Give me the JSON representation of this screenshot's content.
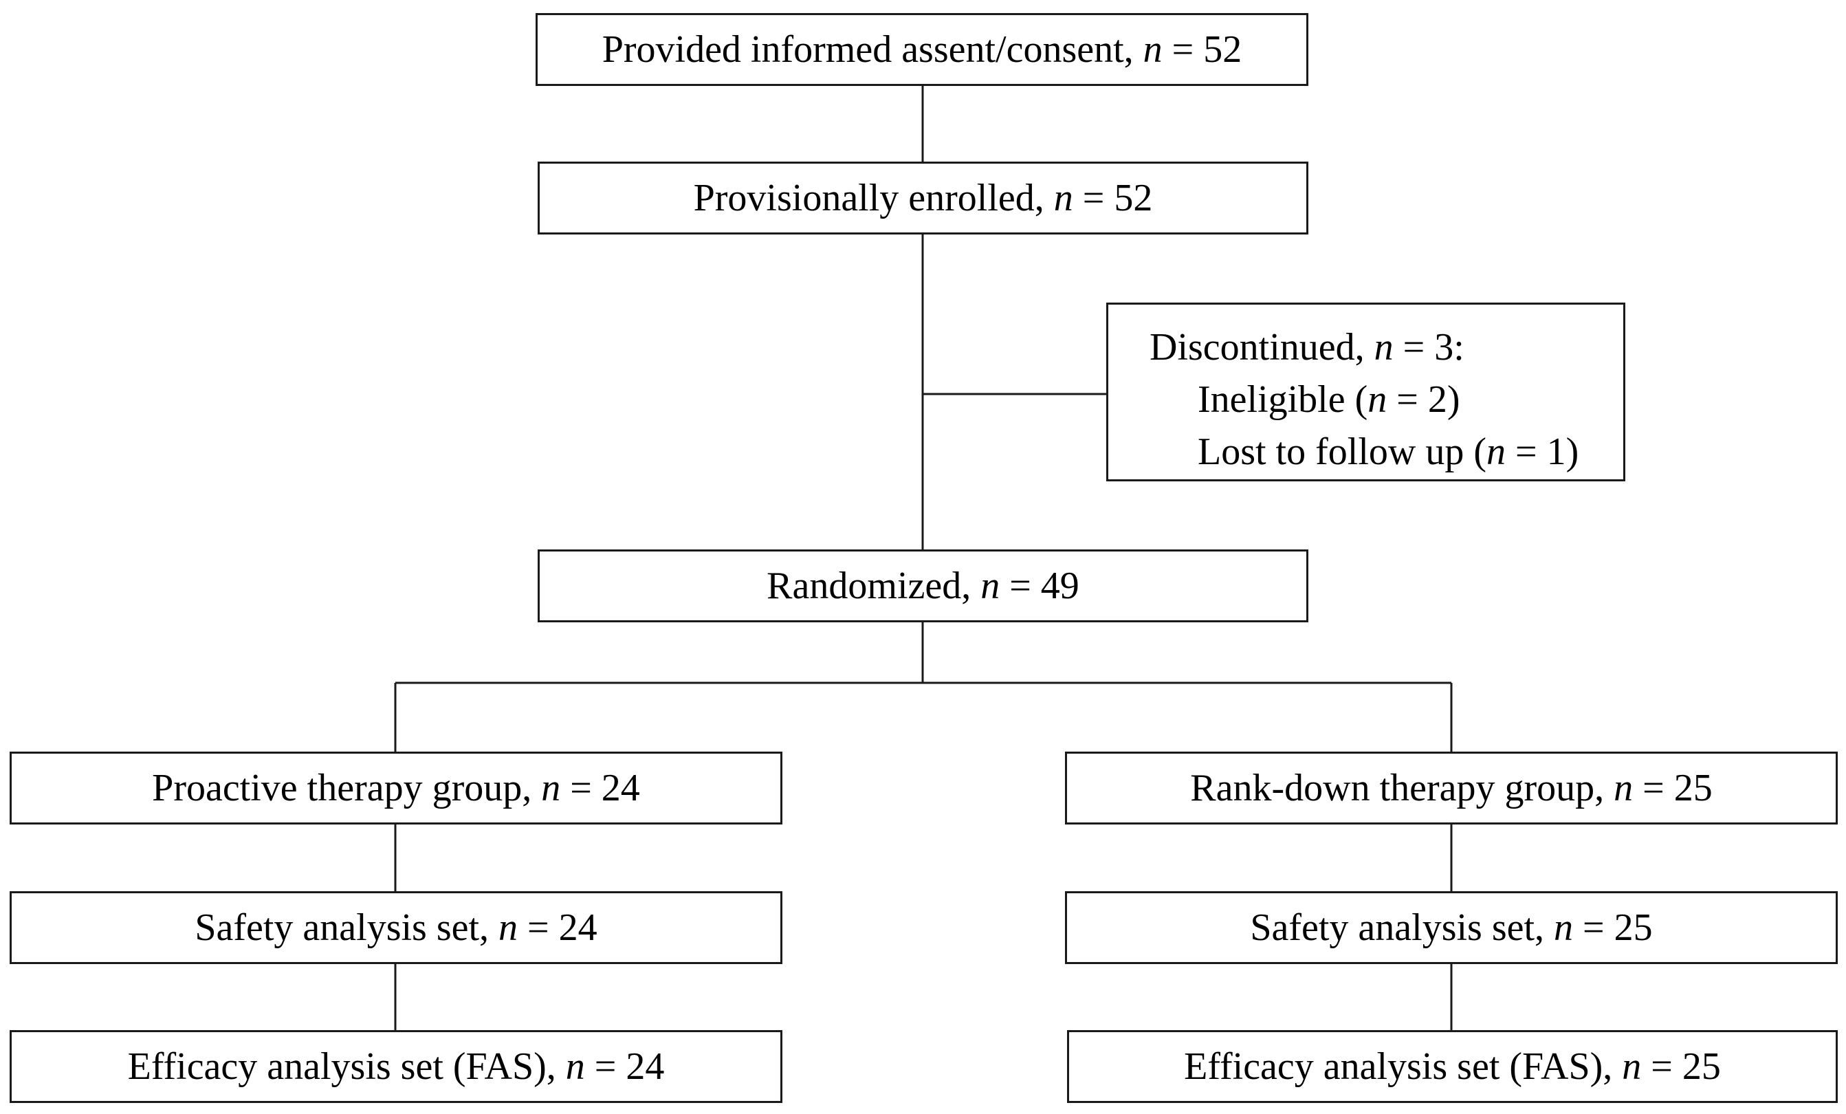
{
  "flowchart": {
    "consent": {
      "label": "Provided informed assent/consent, ",
      "n_symbol": "n",
      "n_value": " = 52"
    },
    "provisional": {
      "label": "Provisionally enrolled, ",
      "n_symbol": "n",
      "n_value": " = 52"
    },
    "discontinued": {
      "label": "Discontinued, ",
      "n_symbol": "n",
      "n_value": " = 3:",
      "reasons": [
        {
          "label": "Ineligible (",
          "n_symbol": "n",
          "n_value": " = 2)"
        },
        {
          "label": "Lost to follow up (",
          "n_symbol": "n",
          "n_value": " = 1)"
        }
      ]
    },
    "randomized": {
      "label": "Randomized, ",
      "n_symbol": "n",
      "n_value": " = 49"
    },
    "proactive": {
      "group": {
        "label": "Proactive therapy group, ",
        "n_symbol": "n",
        "n_value": " = 24"
      },
      "safety": {
        "label": "Safety analysis set, ",
        "n_symbol": "n",
        "n_value": " = 24"
      },
      "efficacy": {
        "label": "Efficacy analysis set (FAS), ",
        "n_symbol": "n",
        "n_value": " = 24"
      }
    },
    "rankdown": {
      "group": {
        "label": "Rank-down therapy group, ",
        "n_symbol": "n",
        "n_value": " = 25"
      },
      "safety": {
        "label": "Safety analysis set, ",
        "n_symbol": "n",
        "n_value": " = 25"
      },
      "efficacy": {
        "label": "Efficacy analysis set (FAS), ",
        "n_symbol": "n",
        "n_value": " = 25"
      }
    }
  }
}
